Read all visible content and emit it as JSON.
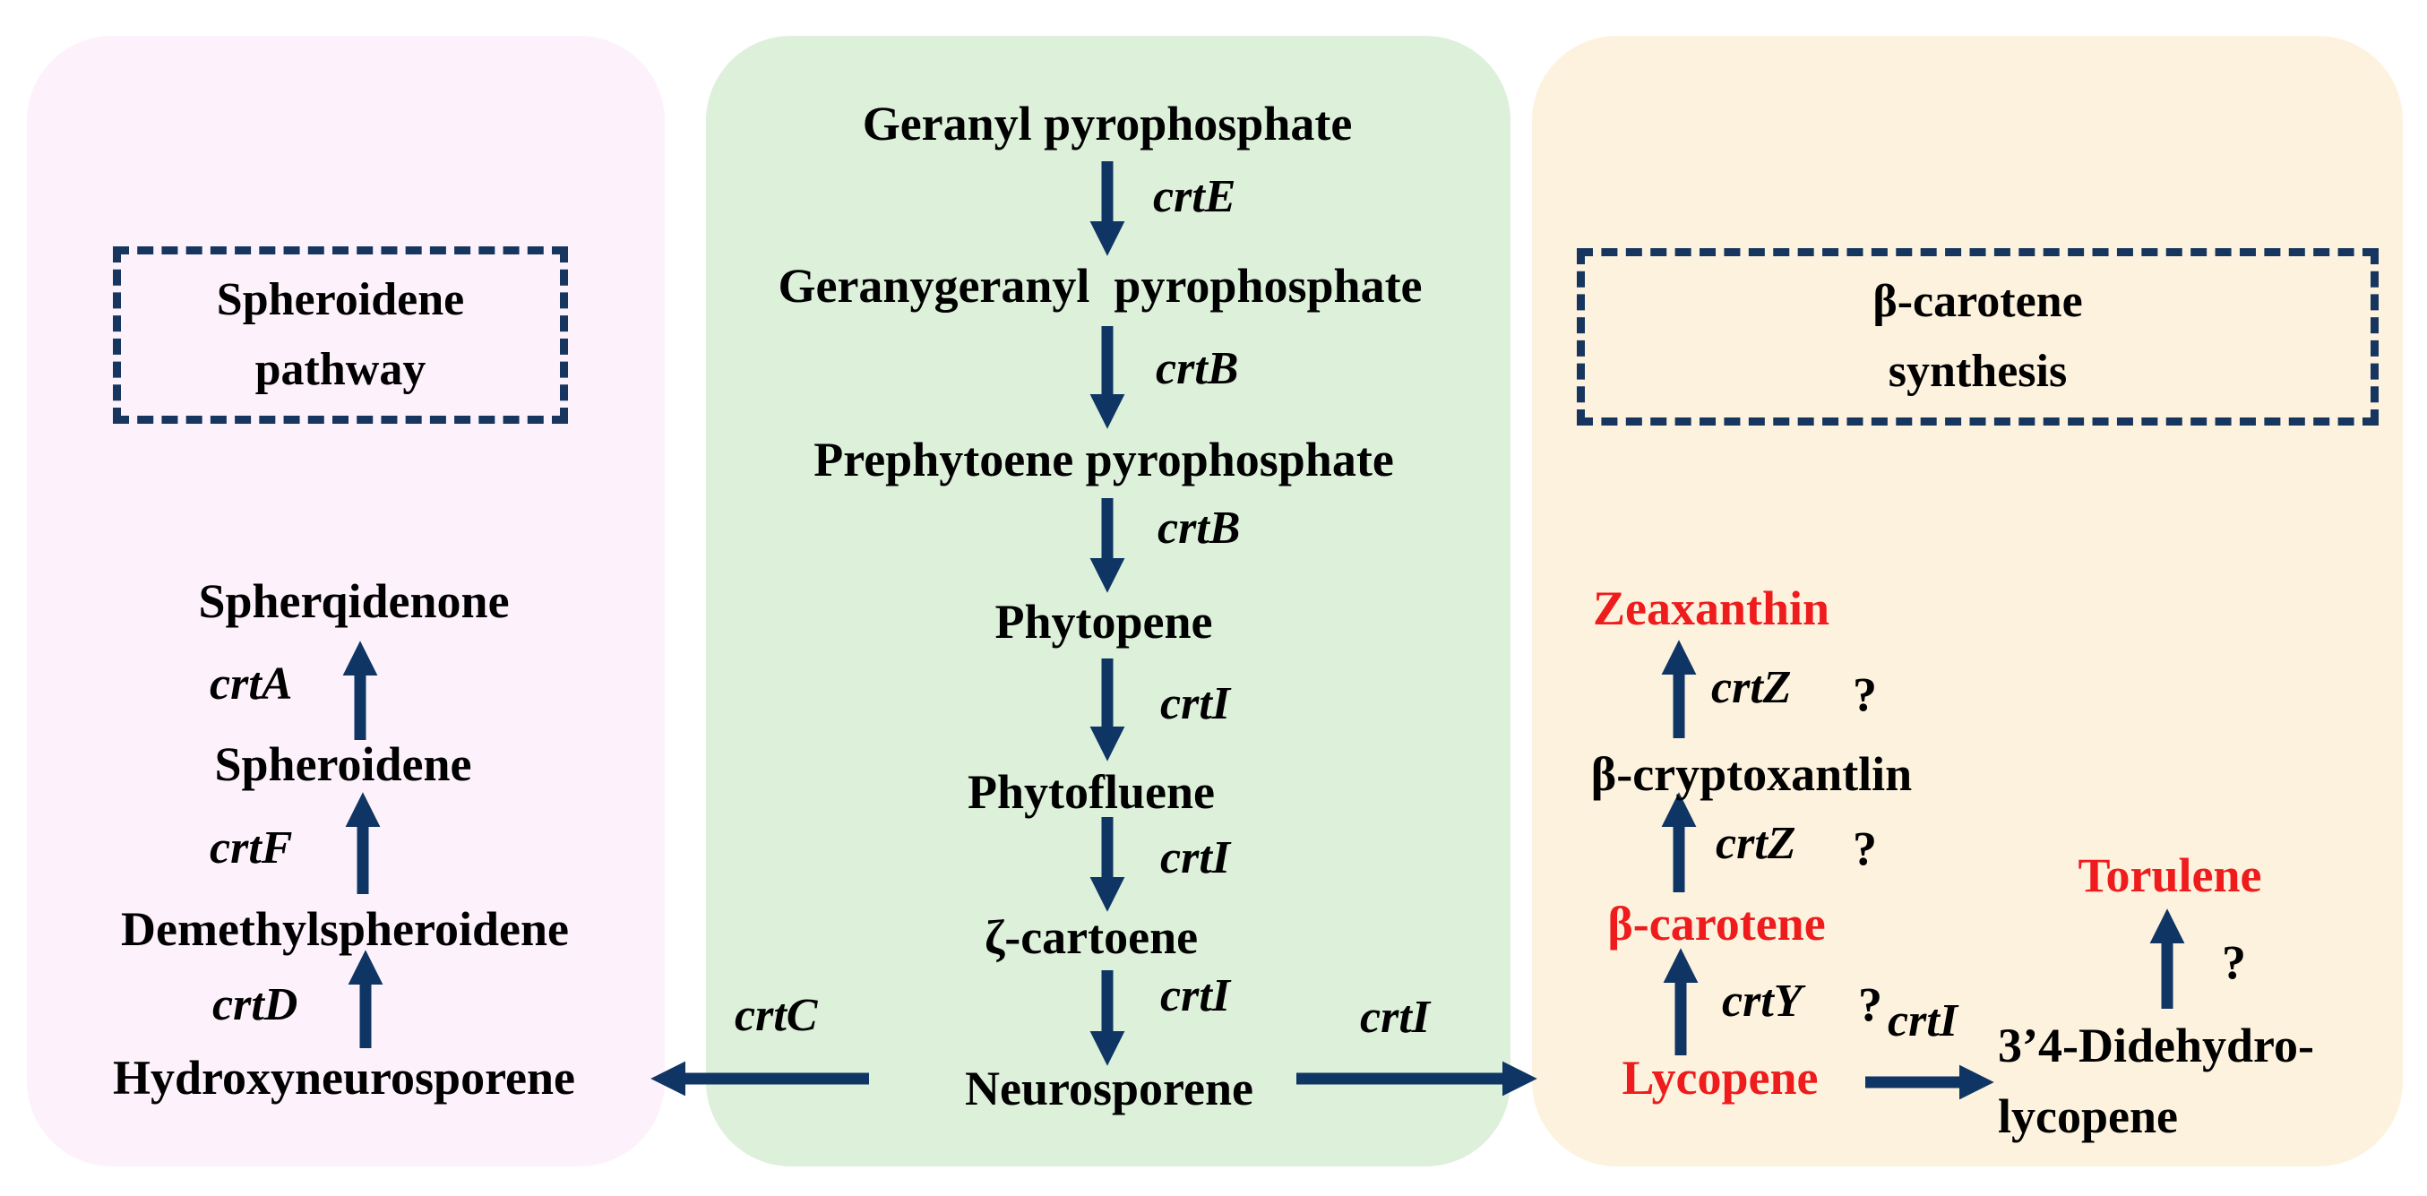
{
  "colors": {
    "arrow": "#0f3564",
    "highlight": "#ee1c1c",
    "left_panel": "#fdf2fb",
    "middle_panel": "#dcf0da",
    "right_panel": "#fdf2de"
  },
  "left": {
    "box_line1": "Spheroidene",
    "box_line2": "pathway",
    "compounds": {
      "spherqidenone": "Spherqidenone",
      "spheroidene": "Spheroidene",
      "demethylspheroidene": "Demethylspheroidene",
      "hydroxyneurosporene": "Hydroxyneurosporene"
    },
    "enzymes": {
      "a": "crtA",
      "f": "crtF",
      "d": "crtD"
    }
  },
  "middle": {
    "compounds": {
      "geranyl_pp": "Geranyl pyrophosphate",
      "geranylgeranyl_pp": "Geranygeranyl  pyrophosphate",
      "prephytoene_pp": "Prephytoene pyrophosphate",
      "phytopene": "Phytopene",
      "phytofluene": "Phytofluene",
      "zeta_carotene": "ζ-cartoene",
      "neurosporene": "Neurosporene"
    },
    "enzymes": {
      "e": "crtE",
      "b1": "crtB",
      "b2": "crtB",
      "i1": "crtI",
      "i2": "crtI",
      "i3": "crtI"
    },
    "branch_left": "crtC",
    "branch_right": "crtI"
  },
  "right": {
    "box_line1": "β-carotene",
    "box_line2": "synthesis",
    "compounds": {
      "zeaxanthin": "Zeaxanthin",
      "cryptoxanthin": "β-cryptoxantlin",
      "beta_carotene": "β-carotene",
      "lycopene": "Lycopene",
      "torulene": "Torulene",
      "didehydro_line1": "3’4-Didehydro-",
      "didehydro_line2": "lycopene"
    },
    "enzymes": {
      "z1": "crtZ",
      "z2": "crtZ",
      "y": "crtY",
      "i": "crtI"
    },
    "unknown": "?"
  }
}
